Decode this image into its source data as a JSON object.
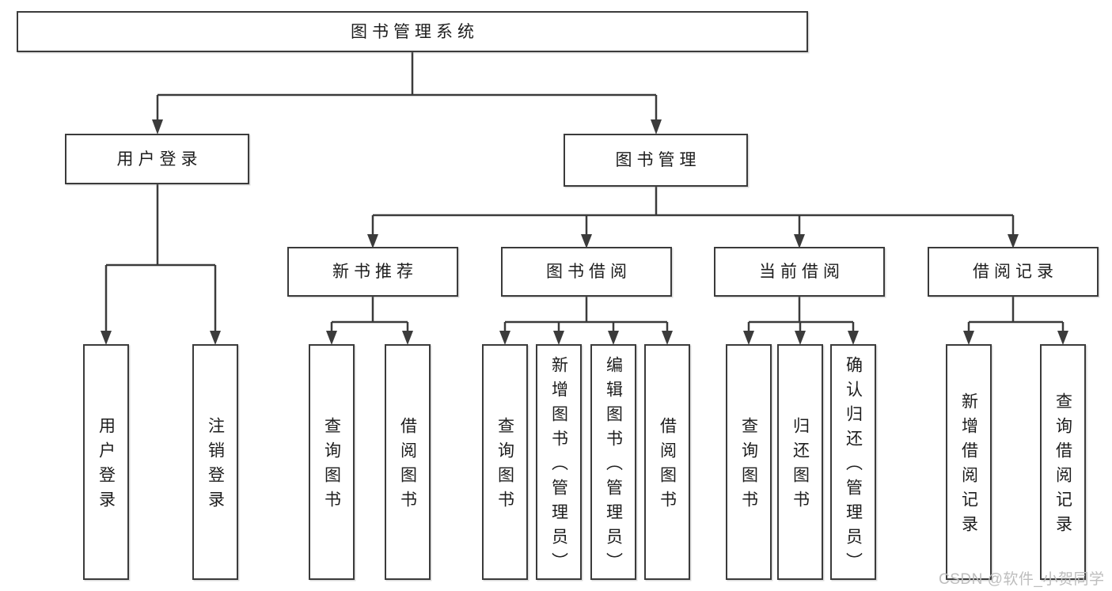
{
  "tree": {
    "root": {
      "label": "图书管理系统"
    },
    "branches": [
      {
        "label": "用户登录",
        "children": [
          {
            "label": "用户登录"
          },
          {
            "label": "注销登录"
          }
        ]
      },
      {
        "label": "图书管理",
        "children": [
          {
            "label": "新书推荐",
            "children": [
              {
                "label": "查询图书"
              },
              {
                "label": "借阅图书"
              }
            ]
          },
          {
            "label": "图书借阅",
            "children": [
              {
                "label": "查询图书"
              },
              {
                "label": "新增图书（管理员）"
              },
              {
                "label": "编辑图书（管理员）"
              },
              {
                "label": "借阅图书"
              }
            ]
          },
          {
            "label": "当前借阅",
            "children": [
              {
                "label": "查询图书"
              },
              {
                "label": "归还图书"
              },
              {
                "label": "确认归还（管理员）"
              }
            ]
          },
          {
            "label": "借阅记录",
            "children": [
              {
                "label": "新增借阅记录"
              },
              {
                "label": "查询借阅记录"
              }
            ]
          }
        ]
      }
    ]
  },
  "watermark": "CSDN @软件_小贺同学",
  "colors": {
    "line": "#3b3b3b",
    "box_border": "#3b3b3b",
    "box_fill": "#ffffff",
    "text": "#1d1d1d",
    "watermark": "#bdbdbd",
    "background": "#ffffff"
  }
}
